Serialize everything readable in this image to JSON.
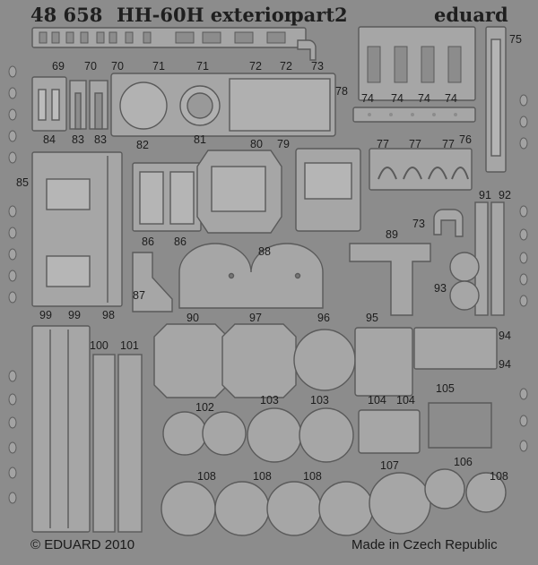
{
  "title": {
    "number": "48 658",
    "name": "HH-60H exterior",
    "part": "part2",
    "brand": "eduard"
  },
  "footer": {
    "copyright": "© EDUARD 2010",
    "origin": "Made in Czech Republic"
  },
  "part_labels": [
    "69",
    "70",
    "70",
    "71",
    "71",
    "72",
    "72",
    "73",
    "74",
    "74",
    "74",
    "74",
    "75",
    "76",
    "78",
    "84",
    "83",
    "83",
    "82",
    "81",
    "80",
    "79",
    "77",
    "77",
    "77",
    "85",
    "86",
    "86",
    "88",
    "89",
    "73",
    "91",
    "92",
    "87",
    "93",
    "99",
    "99",
    "98",
    "90",
    "97",
    "96",
    "95",
    "94",
    "94",
    "100",
    "101",
    "102",
    "103",
    "103",
    "104",
    "104",
    "105",
    "108",
    "108",
    "108",
    "107",
    "106",
    "108"
  ],
  "colors": {
    "fret": "#8c8c8c",
    "part_fill": "#a4a4a4",
    "part_edge": "#5c5c5c",
    "ink": "#1c1c1c"
  }
}
